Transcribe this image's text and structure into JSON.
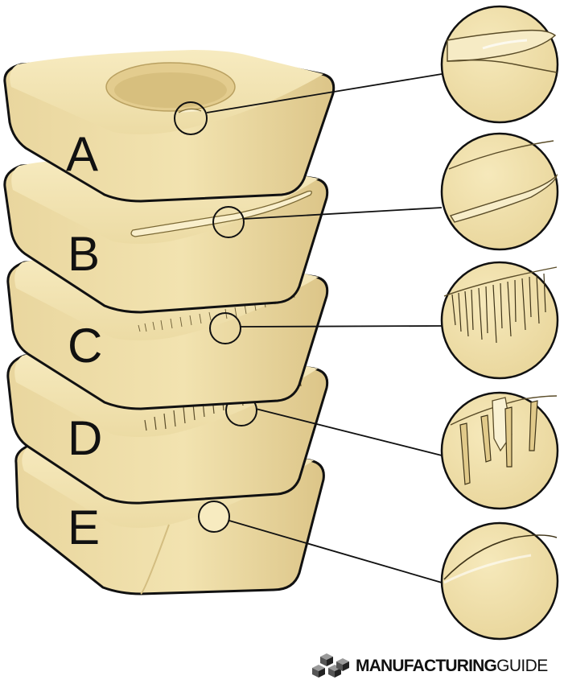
{
  "figure": {
    "inserts": [
      {
        "label": "A"
      },
      {
        "label": "B"
      },
      {
        "label": "C"
      },
      {
        "label": "D"
      },
      {
        "label": "E"
      }
    ]
  },
  "brand": {
    "name_bold": "MANUFACTURING",
    "name_light": "GUIDE"
  },
  "colors": {
    "insert_top": "#f4e6b4",
    "insert_side": "#e6d197",
    "insert_shadow": "#c9b274",
    "outline": "#111111",
    "detail_fill": "#efdfa8"
  },
  "icons": [
    "cube-cluster-logo-icon"
  ]
}
